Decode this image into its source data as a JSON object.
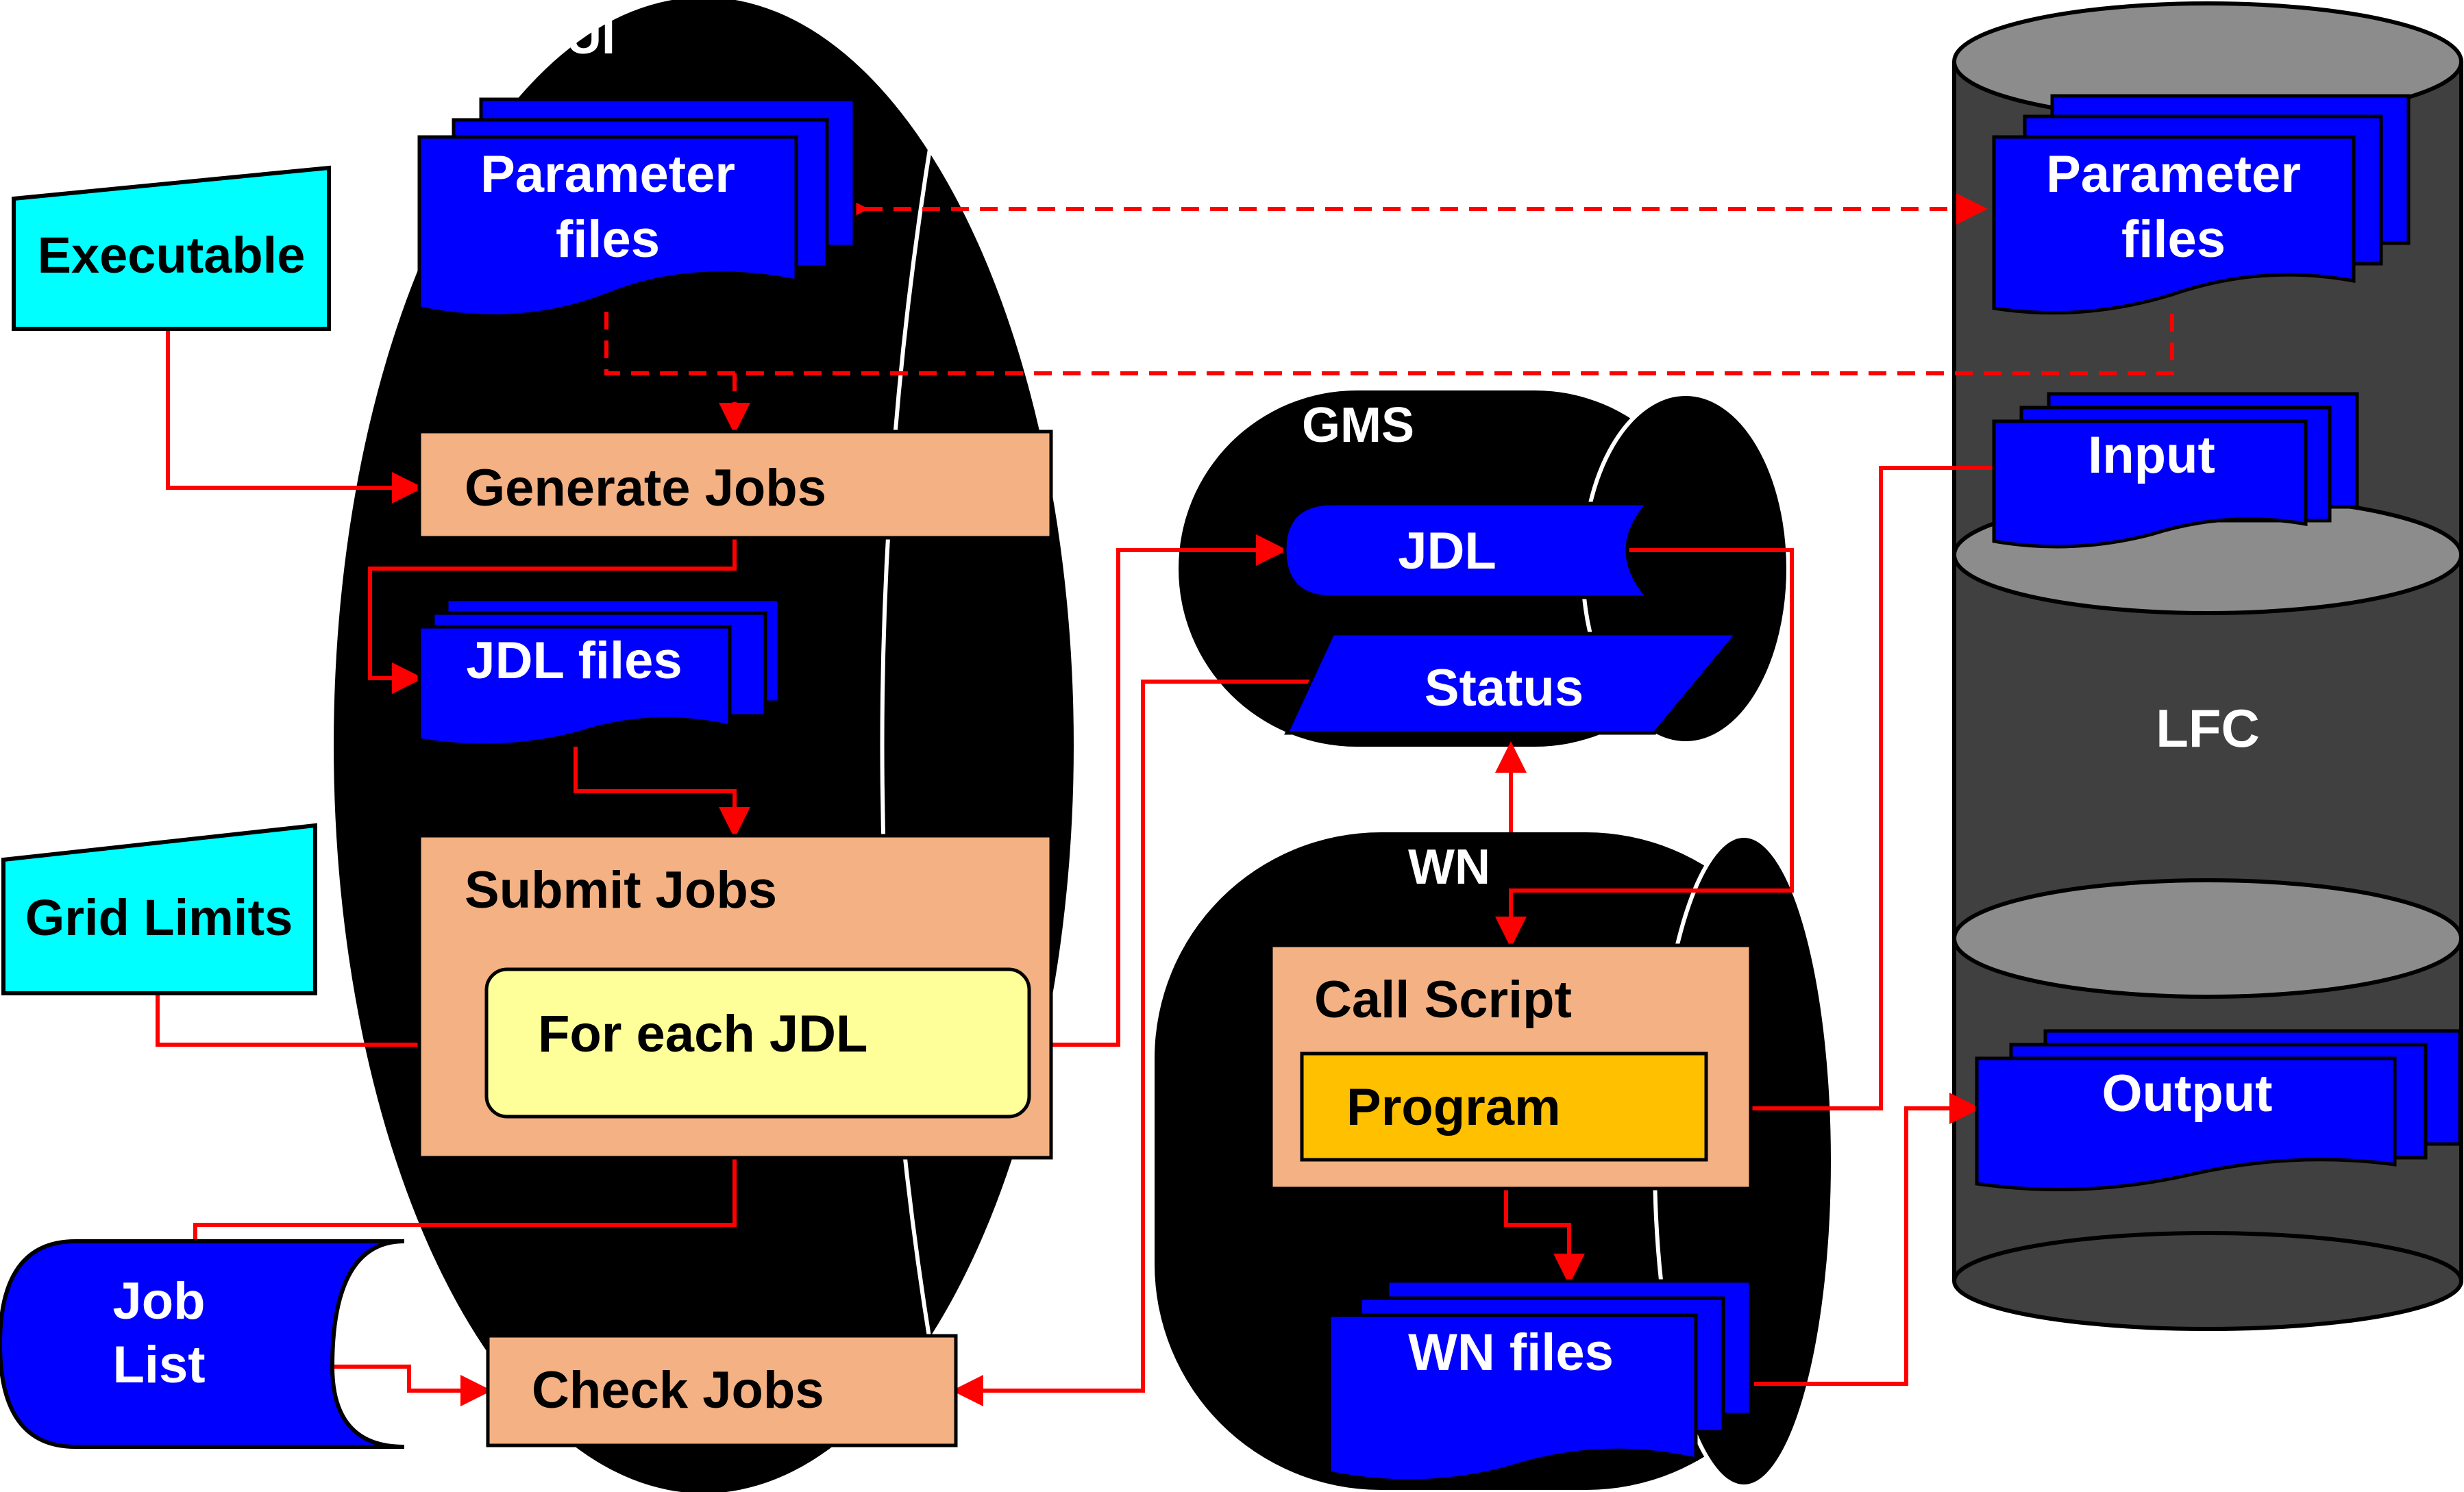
{
  "containers": {
    "gridui": "gridUI",
    "gms": "GMS",
    "wn": "WN",
    "lfc": "LFC"
  },
  "inputs": {
    "executable": "Executable",
    "grid_limits": "Grid Limits"
  },
  "gridui_items": {
    "param_files_line1": "Parameter",
    "param_files_line2": "files",
    "generate_jobs": "Generate Jobs",
    "jdl_files": "JDL files",
    "submit_jobs": "Submit Jobs",
    "for_each_jdl": "For each JDL",
    "check_jobs": "Check Jobs"
  },
  "job_list": {
    "line1": "Job",
    "line2": "List"
  },
  "gms_items": {
    "jdl": "JDL",
    "status": "Status"
  },
  "wn_items": {
    "call_script": "Call Script",
    "program": "Program",
    "wn_files": "WN files"
  },
  "lfc_items": {
    "param_files_line1": "Parameter",
    "param_files_line2": "files",
    "input": "Input",
    "output": "Output"
  },
  "colors": {
    "background": "#ffffff",
    "container": "#000000",
    "lfc_cylinder": "#404040",
    "lfc_cap": "#8c8c8c",
    "document": "#0000ff",
    "process": "#f4b183",
    "loop": "#ffff99",
    "program": "#ffc000",
    "input_shape": "#00ffff",
    "arrow": "#ff0000"
  }
}
